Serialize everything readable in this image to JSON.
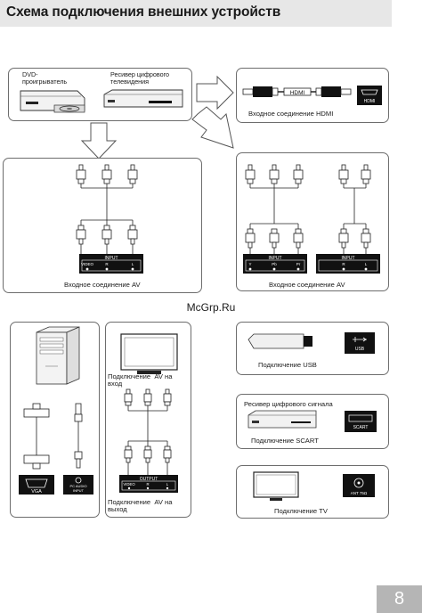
{
  "header": {
    "title": "Схема подключения внешних устройств"
  },
  "top": {
    "dvd_label": "DVD-\nпроигрыватель",
    "receiver_label": "Ресивер цифрового\nтелевидения"
  },
  "hdmi_panel": {
    "cable_text": "HDMI",
    "port_text": "HDMI",
    "caption": "Входное соединение HDMI"
  },
  "av_panel": {
    "plate_title": "INPUT",
    "plate_labels": [
      "VIDEO",
      "R",
      "L"
    ],
    "caption": "Входное соединение AV"
  },
  "component_panel": {
    "plate1_title": "INPUT",
    "plate1_labels": [
      "Y",
      "Pb",
      "Pr"
    ],
    "plate2_title": "INPUT",
    "plate2_labels": [
      "R",
      "L"
    ],
    "caption": "Входное соединение AV"
  },
  "watermark": "McGrp.Ru",
  "pc_panel": {
    "vga_text": "VGA",
    "audio_text": "PC AUDIO\nINPUT"
  },
  "av_io_panel": {
    "caption_in": "Подключение  AV на\nвход",
    "plate_title": "OUTPUT",
    "plate_labels": [
      "VIDEO",
      "R",
      "L"
    ],
    "caption_out": "Подключение  AV на\nвыход"
  },
  "usb_panel": {
    "port_text": "USB",
    "caption": "Подключение  USB"
  },
  "scart_panel": {
    "title": "Ресивер цифрового сигнала",
    "port_text": "SCART",
    "caption": "Подключение  SCART"
  },
  "tv_panel": {
    "port_text": "ANT 75Ω",
    "caption": "Подключение  TV"
  },
  "page_number": "8"
}
